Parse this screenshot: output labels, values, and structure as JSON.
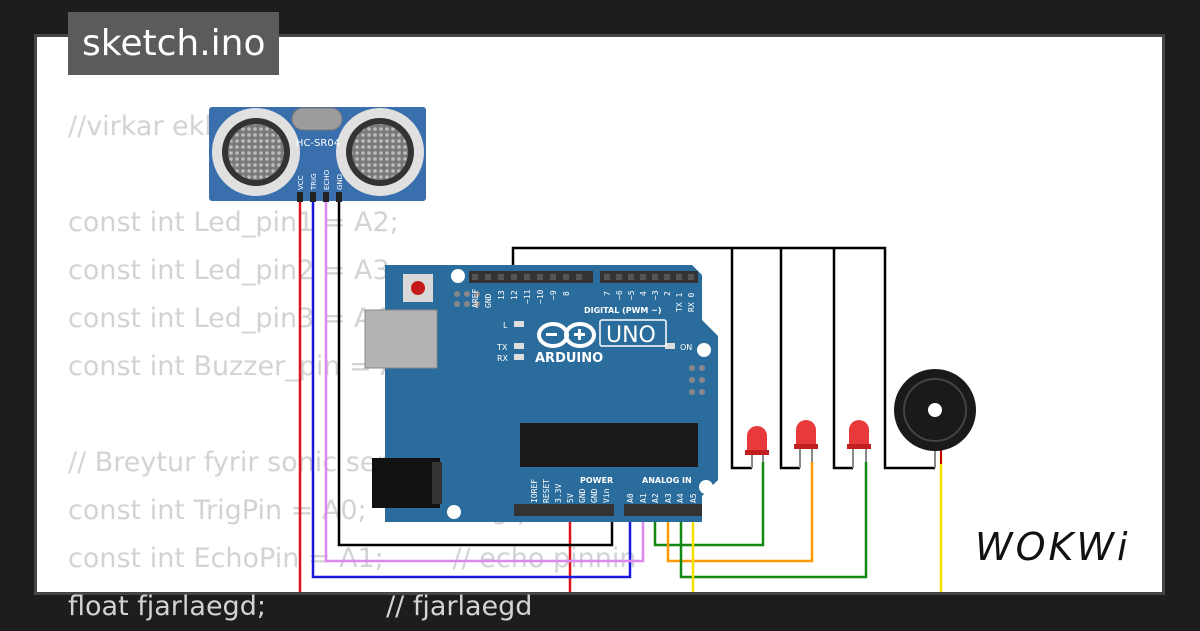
{
  "tab_title": "sketch.ino",
  "code_lines": [
    "//virkar ekki",
    "",
    "const int Led_pin1 = A2;",
    "const int Led_pin2 = A3;",
    "const int Led_pin3 = A4;",
    "const int Buzzer_pin = A5;",
    "",
    "// Breytur fyrir sonic sensor",
    "const int TrigPin = A0;        // trig pinnin",
    "const int EchoPin = A1;        // echo pinnin",
    "float fjarlaegd;              // fjarlaegd"
  ],
  "sensor": {
    "label": "HC-SR04",
    "pins": [
      "VCC",
      "TRIG",
      "ECHO",
      "GND"
    ]
  },
  "arduino": {
    "brand": "ARDUINO",
    "model": "UNO",
    "digital_label": "DIGITAL (PWM ~)",
    "digital_pins": [
      "AREF",
      "GND",
      "13",
      "12",
      "~11",
      "~10",
      "~9",
      "8",
      "7",
      "~6",
      "~5",
      "4",
      "~3",
      "2",
      "TX 1",
      "RX 0"
    ],
    "power_label": "POWER",
    "power_pins": [
      "IOREF",
      "RESET",
      "3.3V",
      "5V",
      "GND",
      "GND",
      "Vin"
    ],
    "analog_label": "ANALOG IN",
    "analog_pins": [
      "A0",
      "A1",
      "A2",
      "A3",
      "A4",
      "A5"
    ],
    "led_l": "L",
    "led_tx": "TX",
    "led_rx": "RX",
    "on_label": "ON"
  },
  "logo": "WOKWi",
  "colors": {
    "board": "#2a6c9c",
    "wire_red": "#e0111b",
    "wire_blue": "#1919e0",
    "wire_violet": "#dd88ee",
    "wire_green": "#118811",
    "wire_orange": "#ff9900",
    "wire_yellow": "#f5e000",
    "wire_black": "#000000"
  }
}
